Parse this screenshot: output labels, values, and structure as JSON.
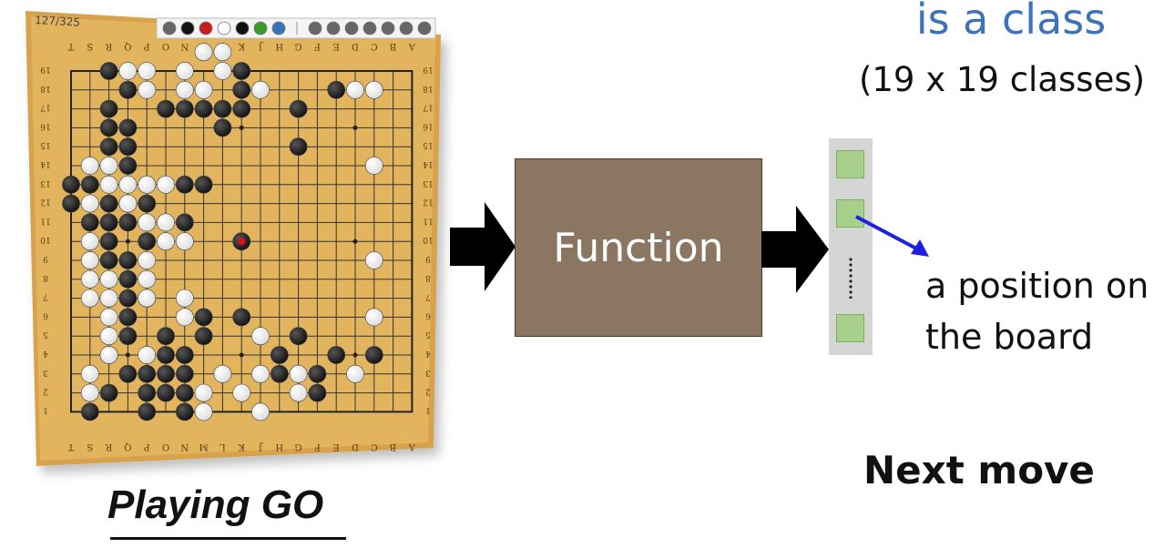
{
  "diagram": {
    "input_caption": "Playing GO",
    "function_label": "Function",
    "class_title": "is a class",
    "class_subtitle": "(19 x 19 classes)",
    "position_label_line1": "a position on",
    "position_label_line2": "the board",
    "output_caption": "Next move",
    "vector_dots": "⋮"
  },
  "board": {
    "move_counter": "127/325",
    "column_letters": [
      "A",
      "B",
      "C",
      "D",
      "E",
      "F",
      "G",
      "H",
      "J",
      "K",
      "L",
      "M",
      "N",
      "O",
      "P",
      "Q",
      "R",
      "S",
      "T"
    ],
    "row_numbers": [
      "19",
      "18",
      "17",
      "16",
      "15",
      "14",
      "13",
      "12",
      "11",
      "10",
      "9",
      "8",
      "7",
      "6",
      "5",
      "4",
      "3",
      "2",
      "1"
    ],
    "toolbar_icons": [
      "undo-icon",
      "black-stone-icon",
      "red-stone-icon",
      "white-stone-icon",
      "black-stone-icon",
      "download-icon",
      "font-icon",
      "separator",
      "hand-icon",
      "first-move-icon",
      "fast-back-icon",
      "back-icon",
      "forward-icon",
      "fast-forward-icon",
      "last-move-icon"
    ]
  },
  "colors": {
    "function_box": "#8b7761",
    "class_title": "#3b72b8",
    "arrow_blue": "#1f1fe0",
    "vector_cell": "#a8d08d",
    "board_wood": "#e0b05a"
  }
}
